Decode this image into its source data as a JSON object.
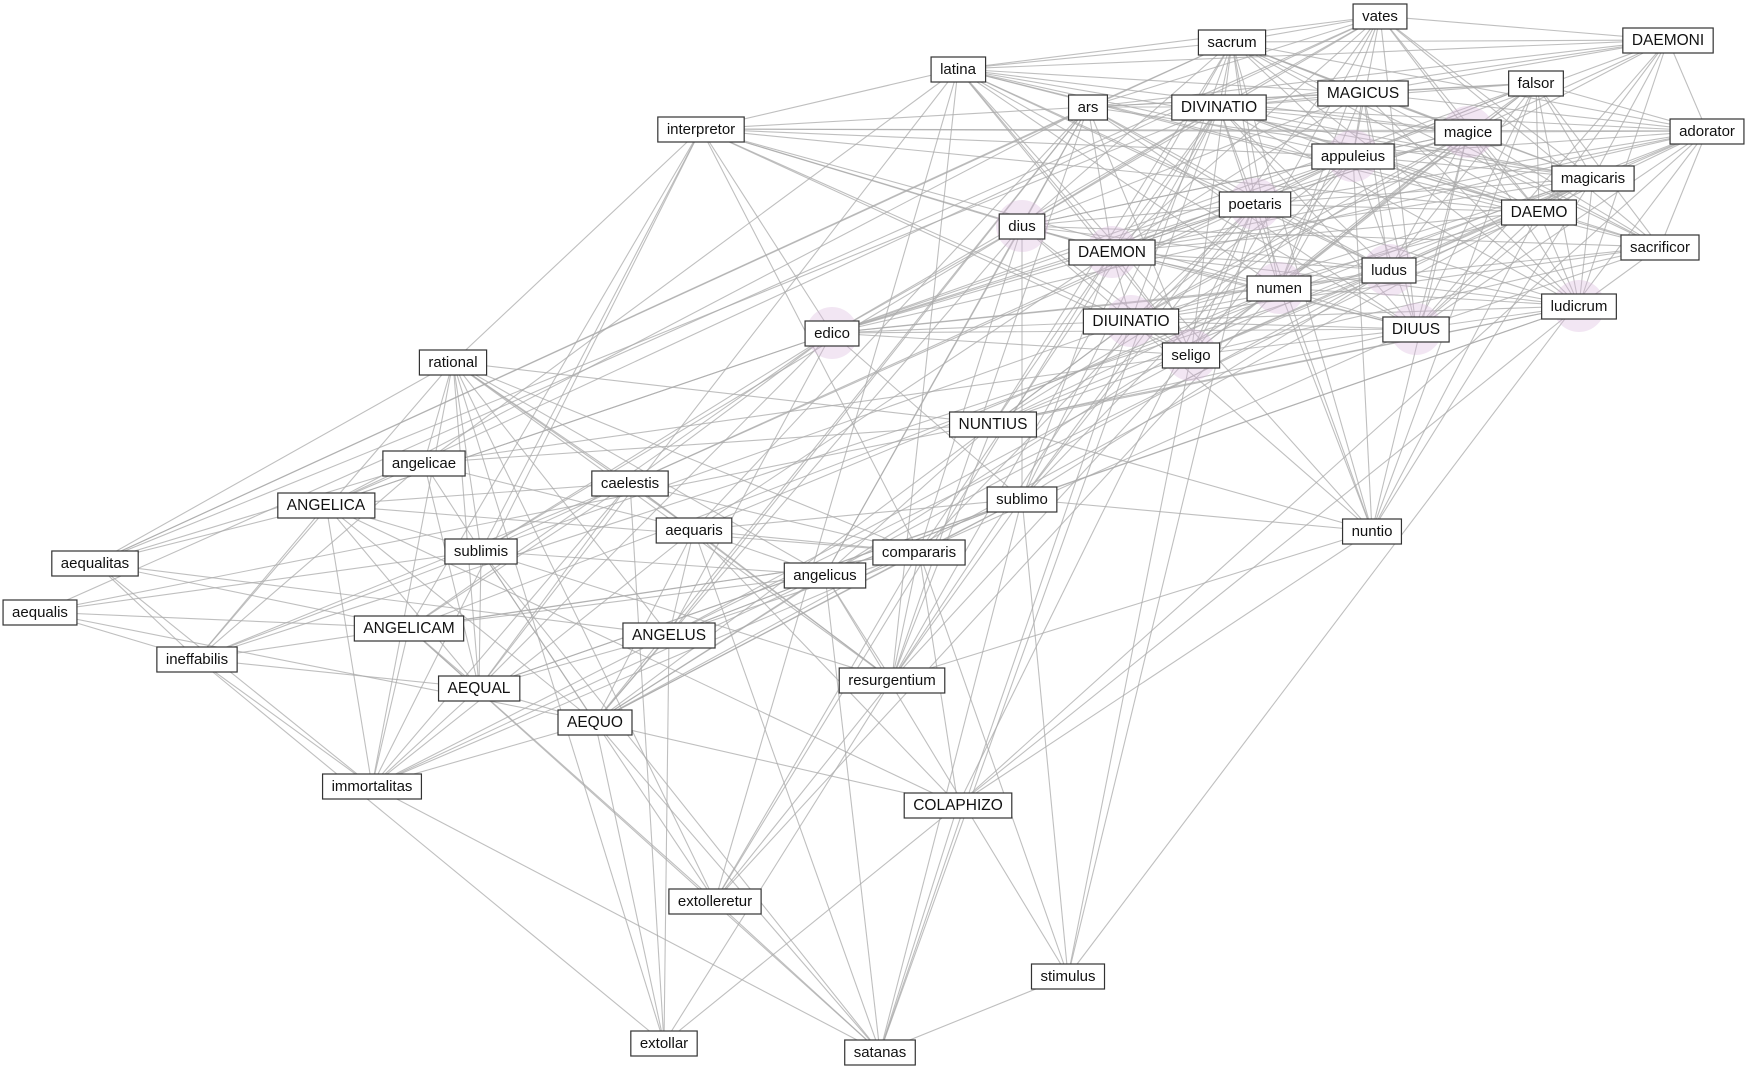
{
  "nodes": [
    "vates",
    "sacrum",
    "DAEMONI",
    "latina",
    "falsor",
    "ars",
    "DIVINATIO",
    "MAGICUS",
    "interpretor",
    "magice",
    "adorator",
    "appuleius",
    "magicaris",
    "poetaris",
    "DAEMO",
    "dius",
    "DAEMON",
    "sacrificor",
    "numen",
    "ludus",
    "ludicrum",
    "DIUINATIO",
    "DIUUS",
    "edico",
    "seligo",
    "rational",
    "NUNTIUS",
    "angelicae",
    "caelestis",
    "sublimo",
    "ANGELICA",
    "nuntio",
    "aequaris",
    "sublimis",
    "aequalitas",
    "compararis",
    "angelicus",
    "aequalis",
    "ANGELICAM",
    "ANGELUS",
    "ineffabilis",
    "resurgentium",
    "AEQUAL",
    "AEQUO",
    "immortalitas",
    "COLAPHIZO",
    "extolleretur",
    "stimulus",
    "extollar",
    "satanas"
  ]
}
